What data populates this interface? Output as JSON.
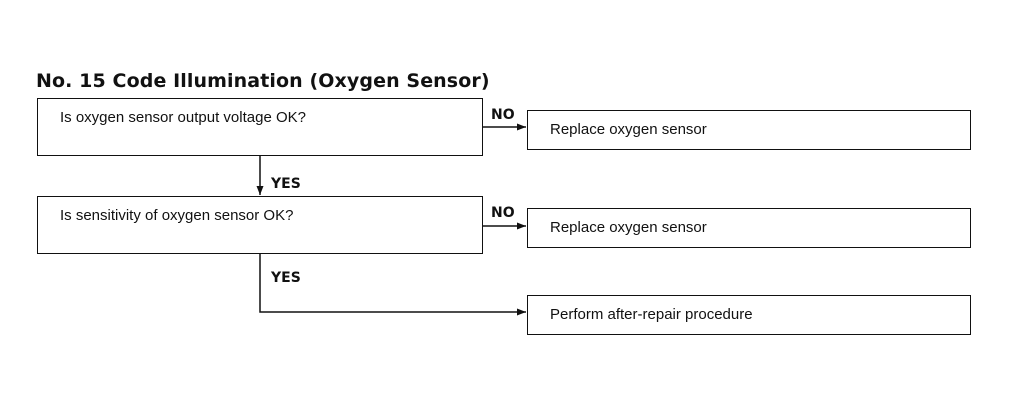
{
  "title": "No. 15 Code Illumination (Oxygen Sensor)",
  "steps": [
    {
      "question": "Is oxygen sensor output voltage OK?",
      "no_label": "NO",
      "no_action": "Replace oxygen sensor",
      "yes_label": "YES"
    },
    {
      "question": "Is sensitivity of oxygen sensor OK?",
      "no_label": "NO",
      "no_action": "Replace oxygen sensor",
      "yes_label": "YES"
    }
  ],
  "final_action": "Perform after-repair procedure"
}
